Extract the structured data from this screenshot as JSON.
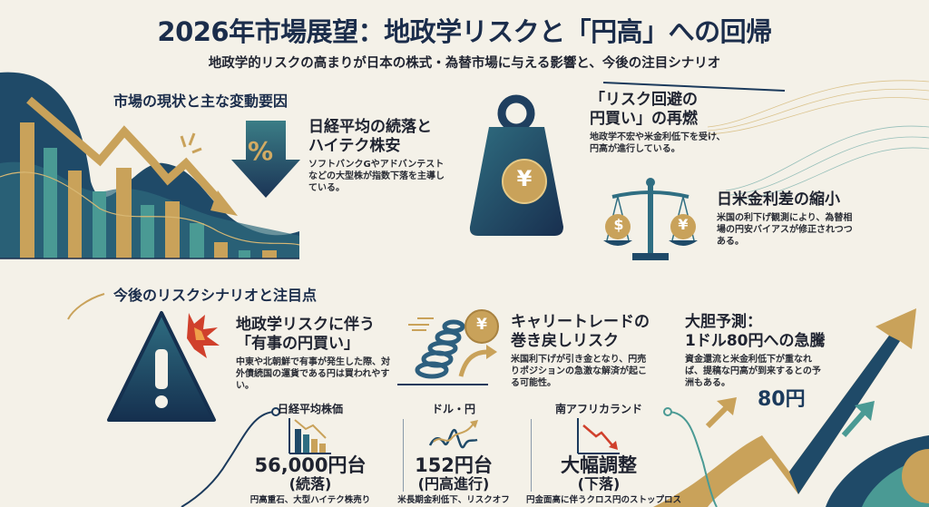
{
  "header": {
    "title": "2026年市場展望：地政学リスクと「円高」への回帰",
    "subtitle": "地政学的リスクの高まりが日本の株式・為替市場に与える影響と、今後の注目シナリオ"
  },
  "current_section": {
    "heading": "市場の現状と主な変動要因",
    "items": [
      {
        "title_line1": "日経平均の続落と",
        "title_line2": "ハイテク株安",
        "body": "ソフトバンクGやアドバンテストなどの大型株が指数下落を主導している。",
        "icon": "percent-down-arrow-icon"
      },
      {
        "title_line1": "「リスク回避の",
        "title_line2": "円買い」の再燃",
        "body": "地政学不宏や米金利低下を受け、円高が進行している。",
        "icon": "yen-weight-icon"
      },
      {
        "title_line1": "日米金利差の縮小",
        "title_line2": "",
        "body": "米国の利下げ観測により、為替相場の円安バイアスが修正されつつある。",
        "icon": "balance-scale-icon"
      }
    ],
    "percent_symbol": "%",
    "yen_symbol": "¥",
    "dollar_symbol": "$"
  },
  "scenario_section": {
    "heading": "今後のリスクシナリオと注目点",
    "items": [
      {
        "title_line1": "地政学リスクに伴う",
        "title_line2": "「有事の円買い」",
        "body": "中東や北朝鮮で有事が発生した際、対外債続国の運貨である円は買われやすい。",
        "icon": "warning-icon"
      },
      {
        "title_line1": "キャリートレードの",
        "title_line2": "巻き戻しリスク",
        "body": "米国利下げが引き金となり、円売りポジションの急激な解済が起こる可能性。",
        "icon": "spring-coin-icon"
      },
      {
        "title_line1": "大胆予測：",
        "title_line2": "1ドル80円への急騰",
        "body": "資金還流と米金利低下が重なれば、提稿な円高が到来するとの予洲もある。",
        "highlight": "80円",
        "icon": "rising-arrows-icon"
      }
    ]
  },
  "stats": [
    {
      "label": "日経平均株価",
      "value": "56,000円台",
      "sub": "(続落)",
      "note": "円高重石、大型ハイテク株売り",
      "icon": "bar-chart-down-icon"
    },
    {
      "label": "ドル・円",
      "value": "152円台",
      "sub": "(円高進行)",
      "note": "米長期金利低下、リスクオフ",
      "icon": "wave-line-chart-icon"
    },
    {
      "label": "南アフリカランド",
      "value": "大幅調整",
      "sub": "(下落)",
      "note": "円金面高に伴うクロス円のストップロス",
      "icon": "line-chart-down-icon"
    }
  ],
  "colors": {
    "navy": "#1b3a5c",
    "teal": "#4a9a94",
    "gold": "#c9a25a",
    "red": "#d0402c",
    "background": "#f4f1e8"
  }
}
